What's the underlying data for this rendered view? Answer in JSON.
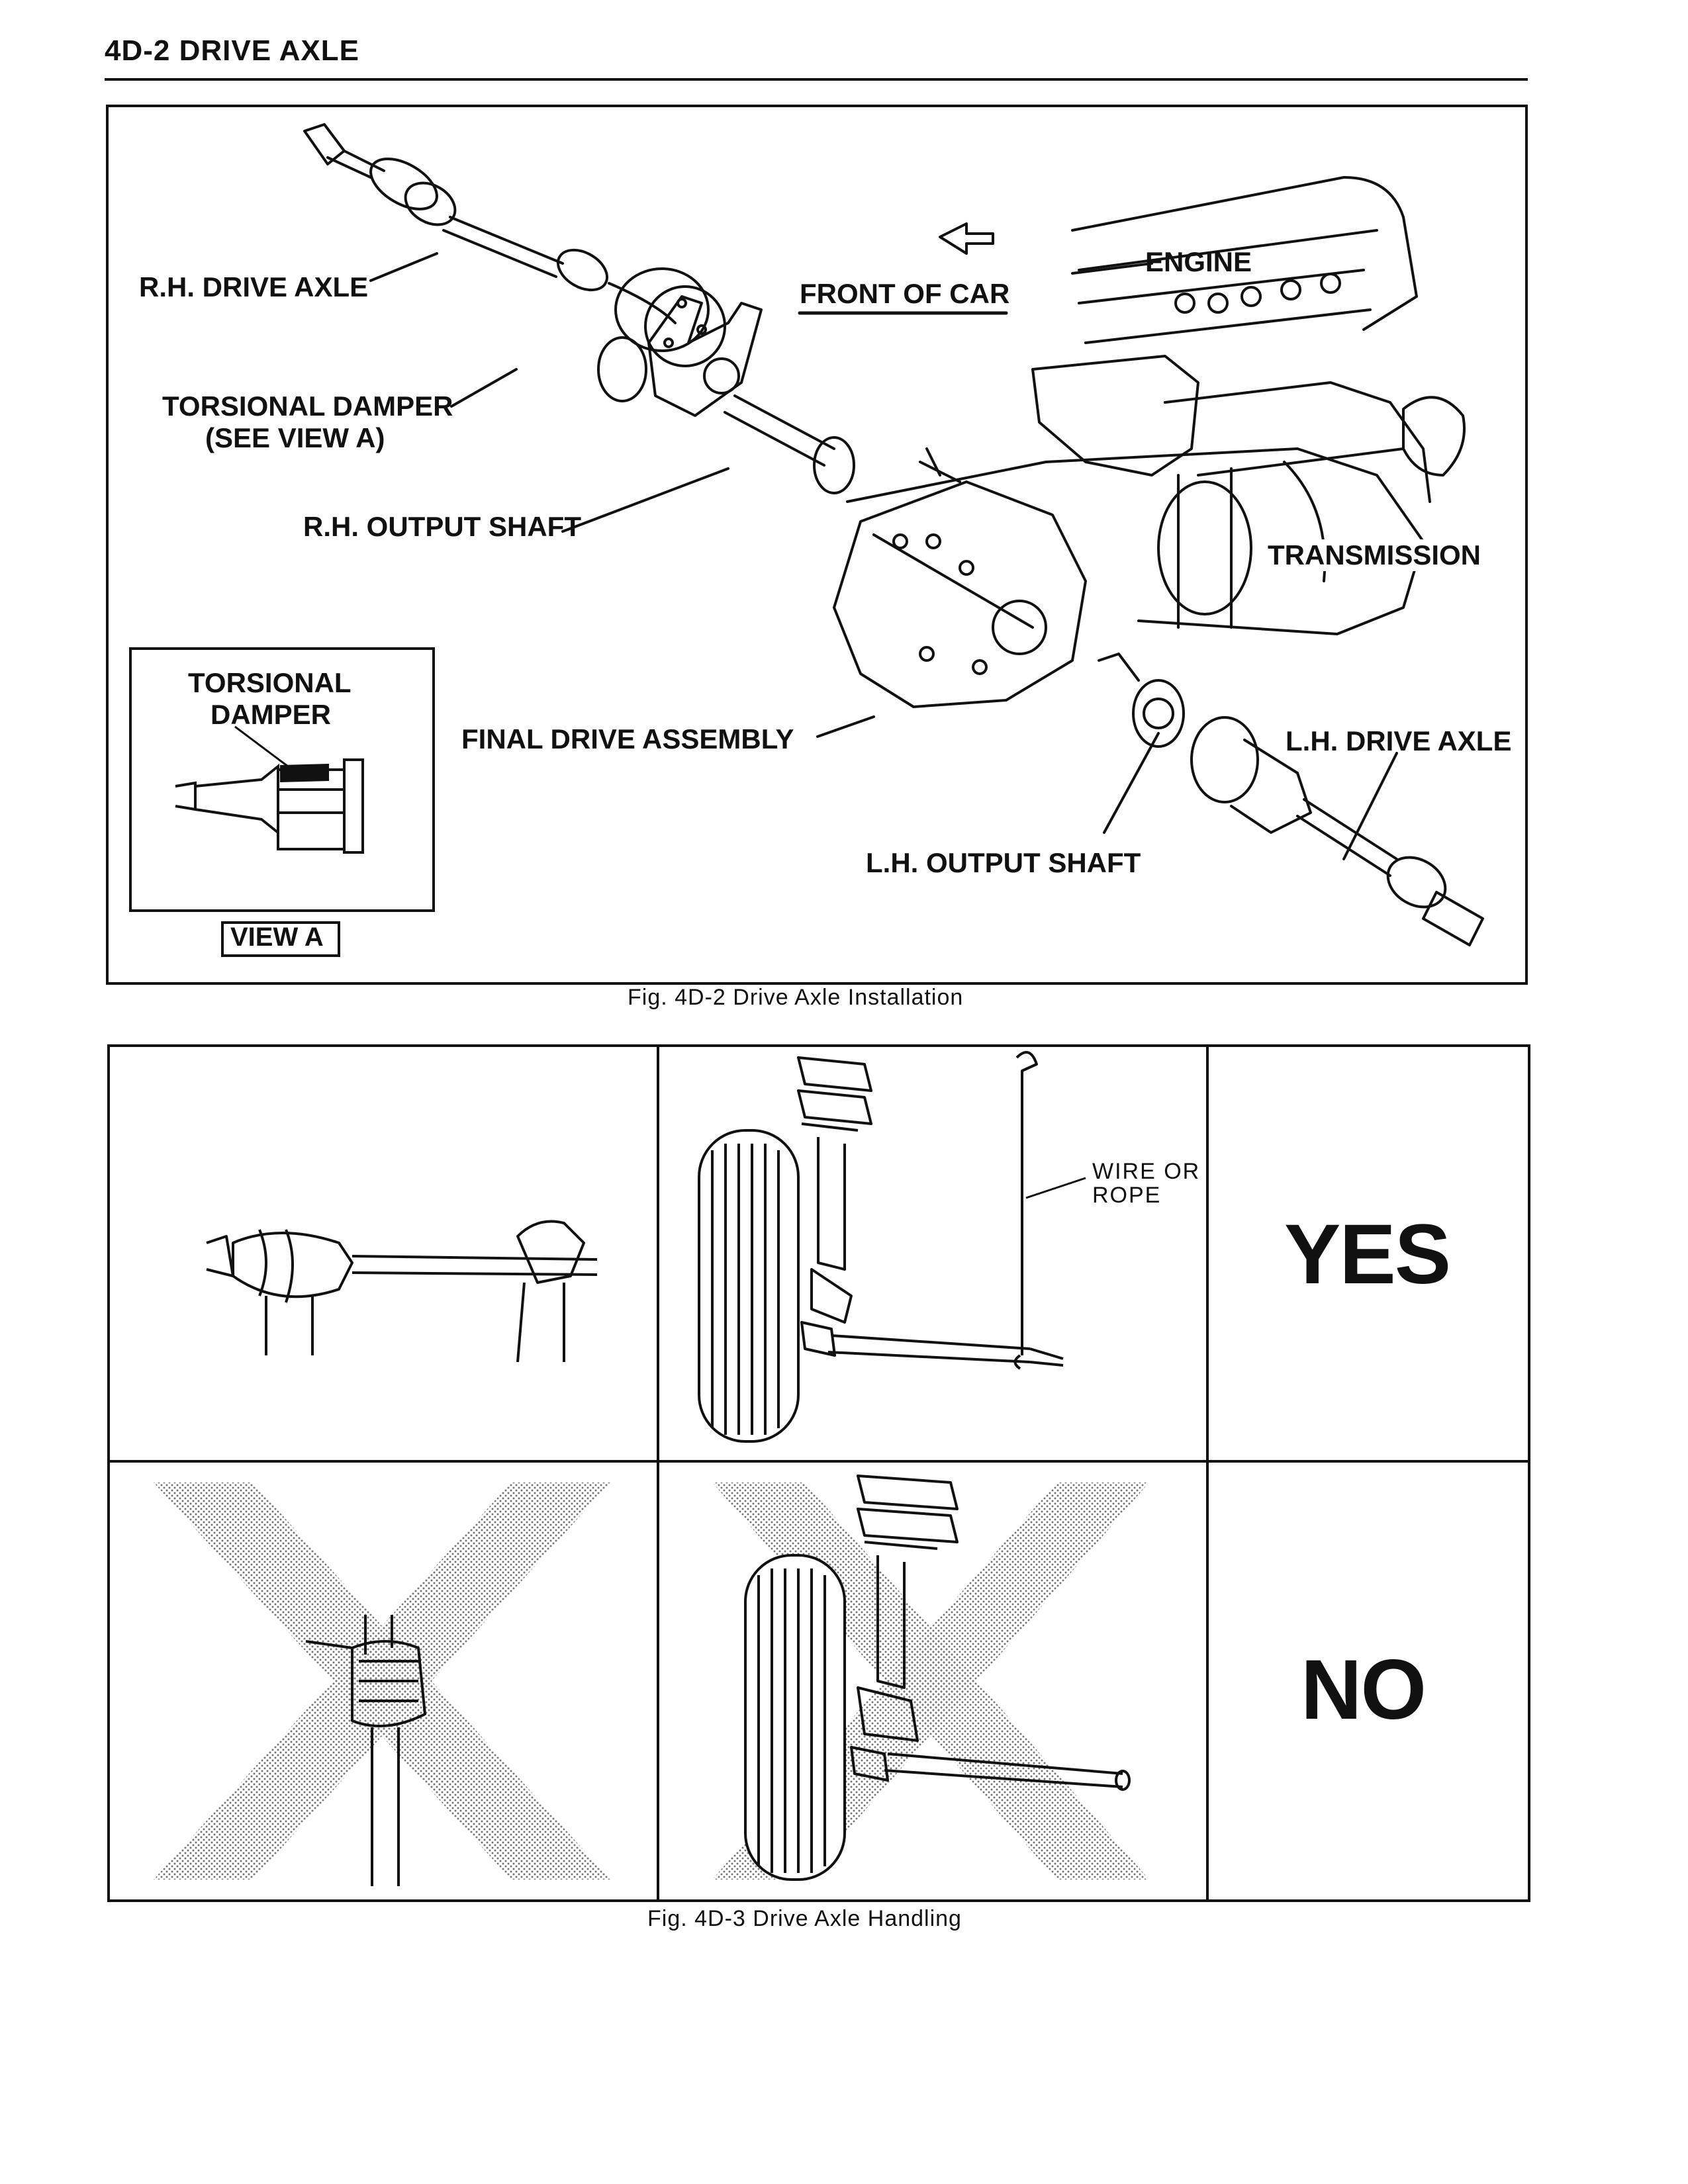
{
  "header": {
    "title": "4D-2  DRIVE AXLE"
  },
  "figure1": {
    "labels": {
      "rh_drive_axle": "R.H. DRIVE AXLE",
      "torsional_damper": "TORSIONAL DAMPER",
      "see_view_a": "(SEE VIEW A)",
      "rh_output_shaft": "R.H. OUTPUT SHAFT",
      "front_of_car": "FRONT OF CAR",
      "engine": "ENGINE",
      "transmission": "TRANSMISSION",
      "final_drive_assembly": "FINAL DRIVE ASSEMBLY",
      "lh_drive_axle": "L.H. DRIVE AXLE",
      "lh_output_shaft": "L.H. OUTPUT SHAFT"
    },
    "inset": {
      "title_line1": "TORSIONAL",
      "title_line2": "DAMPER",
      "view_label": "VIEW A"
    },
    "caption": "Fig. 4D-2 Drive Axle Installation"
  },
  "figure2": {
    "wire_label_line1": "WIRE OR",
    "wire_label_line2": "ROPE",
    "yes": "YES",
    "no": "NO",
    "caption": "Fig. 4D-3 Drive Axle Handling"
  }
}
